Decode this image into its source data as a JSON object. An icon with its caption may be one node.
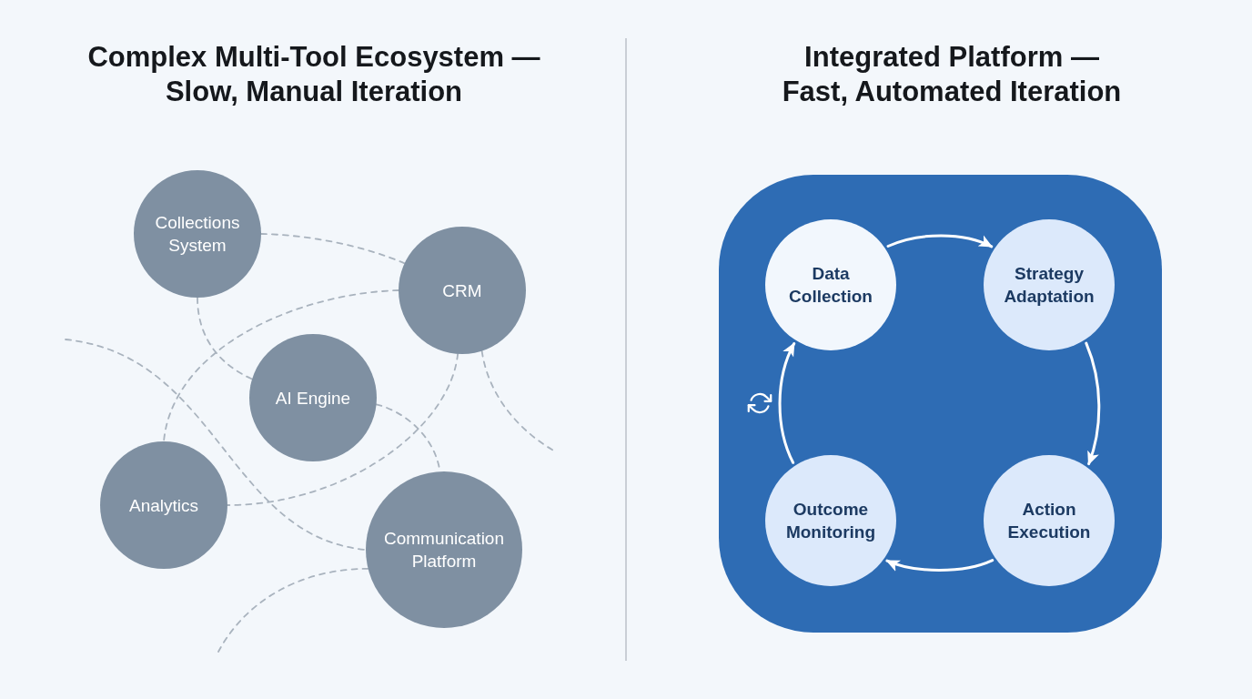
{
  "diagram": {
    "nodes": [
      {
        "text": [
          "Collections System"
        ]
      },
      {
        "text": [
          "CRM"
        ]
      },
      {
        "text": [
          "AI Engine"
        ]
      },
      {
        "text": [
          "Analytics"
        ]
      },
      {
        "text": [
          "Communication Platform"
        ]
      },
      {
        "text": [],
        "shape": "box"
      },
      {
        "text": [
          "Data Collection"
        ],
        "in": 5
      },
      {
        "text": [
          "Strategy Adaptation"
        ],
        "in": 5
      },
      {
        "text": [
          "Action Execution"
        ],
        "in": 5
      },
      {
        "text": [
          "Outcome Monitoring"
        ],
        "in": 5
      }
    ],
    "edges": [
      {
        "from": 0,
        "to": 1,
        "arrow": "none",
        "style": "dashed"
      },
      {
        "from": 1,
        "to": 3,
        "arrow": "none",
        "style": "dashed"
      },
      {
        "from": 0,
        "to": 2,
        "arrow": "none",
        "style": "dashed"
      },
      {
        "from": null,
        "to": 4,
        "arrow": "none",
        "style": "dashed"
      },
      {
        "from": 1,
        "to": 3,
        "arrow": "none",
        "style": "dashed"
      },
      {
        "from": 2,
        "to": 4,
        "arrow": "none",
        "style": "dashed"
      },
      {
        "from": 1,
        "to": null,
        "arrow": "none",
        "style": "dashed"
      },
      {
        "from": 4,
        "to": null,
        "arrow": "none",
        "style": "dashed"
      },
      {
        "from": 6,
        "to": 7,
        "arrow": "to",
        "color": "#ffffff"
      },
      {
        "from": 7,
        "to": 8,
        "arrow": "to",
        "color": "#ffffff"
      },
      {
        "from": 8,
        "to": 9,
        "arrow": "to",
        "color": "#ffffff"
      },
      {
        "from": 9,
        "to": 6,
        "arrow": "to",
        "color": "#ffffff"
      }
    ],
    "labels": [
      "Complex Multi-Tool Ecosystem — Slow, Manual Iteration",
      "Integrated Platform — Fast, Automated Iteration"
    ]
  }
}
